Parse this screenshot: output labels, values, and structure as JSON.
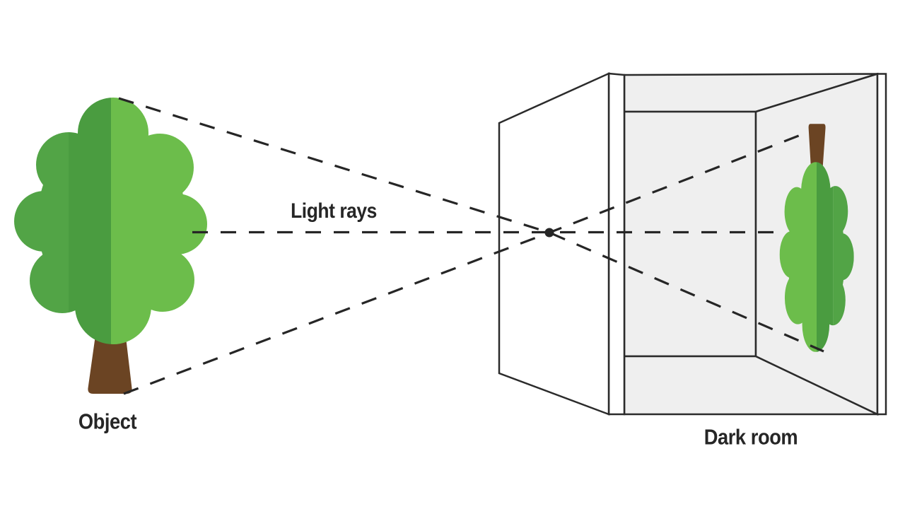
{
  "labels": {
    "light_rays": "Light rays",
    "object": "Object",
    "dark_room": "Dark room"
  },
  "elements": {
    "object_icon": "tree-icon",
    "image_icon": "inverted-tree-icon",
    "aperture_icon": "pinhole-dot"
  },
  "colors": {
    "background": "#ffffff",
    "outline": "#2b2b2b",
    "ray": "#262626",
    "text": "#262626",
    "wall_gray": "#efefef",
    "face_white": "#ffffff",
    "canopy_left": "#52a446",
    "canopy_shadow": "#4a9c40",
    "canopy_light": "#6cbd4b",
    "trunk_brown": "#6b4423",
    "pinhole": "#262626"
  }
}
